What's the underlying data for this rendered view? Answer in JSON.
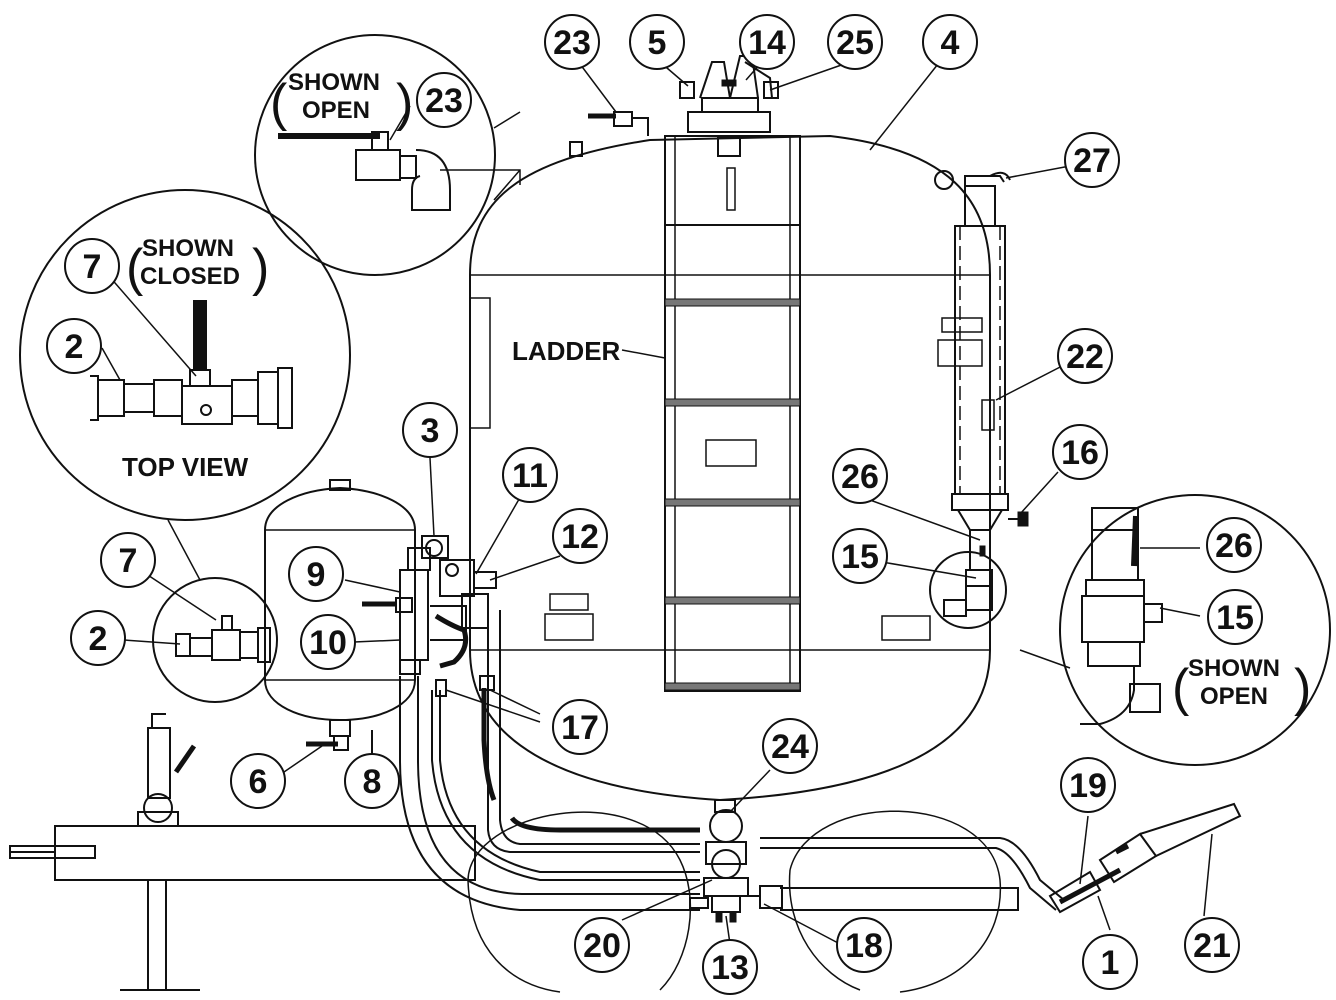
{
  "callouts": {
    "c1": "1",
    "c2a": "2",
    "c2b": "2",
    "c3": "3",
    "c4": "4",
    "c5": "5",
    "c6": "6",
    "c7a": "7",
    "c7b": "7",
    "c8": "8",
    "c9": "9",
    "c10": "10",
    "c11": "11",
    "c12": "12",
    "c13": "13",
    "c14": "14",
    "c15a": "15",
    "c15b": "15",
    "c16": "16",
    "c17": "17",
    "c18": "18",
    "c19": "19",
    "c20": "20",
    "c21": "21",
    "c22": "22",
    "c23a": "23",
    "c23b": "23",
    "c24": "24",
    "c25": "25",
    "c26a": "26",
    "c26b": "26",
    "c27": "27"
  },
  "labels": {
    "ladder": "LADDER",
    "top_view": "TOP VIEW",
    "shown": "SHOWN",
    "open": "OPEN",
    "closed": "CLOSED"
  }
}
